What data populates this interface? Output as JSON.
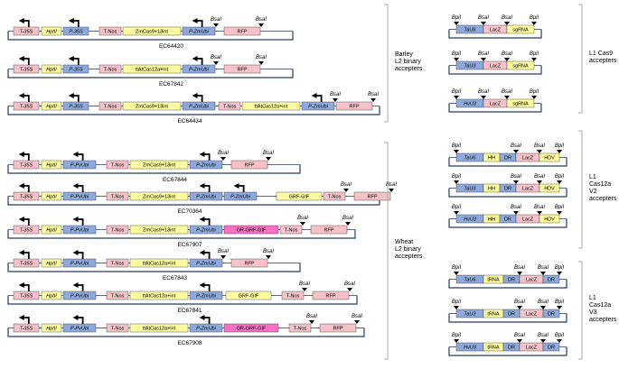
{
  "colors": {
    "pink": "#f4c2c8",
    "yellow": "#fdfca0",
    "blue": "#8ea9db",
    "magenta": "#f86fc4",
    "white": "#ffffff",
    "line": "#000000"
  },
  "group_labels": {
    "barley": [
      "Barley",
      "L2 binary",
      "accepters"
    ],
    "wheat": [
      "Wheat",
      "L2 binary",
      "accepters"
    ],
    "l1_cas9": [
      "L1 Cas9",
      "accepters"
    ],
    "l1_cas12a_v2": [
      "L1",
      "Cas12a",
      "V2",
      "accepters"
    ],
    "l1_cas12a_v3": [
      "L1",
      "Cas12a",
      "V3",
      "accepters"
    ]
  },
  "constructs": [
    {
      "id": "EC64420",
      "blocks": [
        [
          "T-35S",
          "pink",
          true
        ],
        [
          "HptII",
          "yellow"
        ],
        [
          "P-35S",
          "blue",
          true
        ],
        [
          "T-Nos",
          "pink"
        ],
        [
          "ZmCas9+13int",
          "yellow"
        ],
        [
          "P-ZmUbi",
          "blue",
          true
        ],
        [
          "RFP",
          "pink"
        ]
      ]
    },
    {
      "id": "EC67842",
      "blocks": [
        [
          "T-35S",
          "pink",
          true
        ],
        [
          "HptII",
          "yellow"
        ],
        [
          "P-35S",
          "blue",
          true
        ],
        [
          "T-Nos",
          "pink"
        ],
        [
          "ttAtCas12a+int",
          "yellow"
        ],
        [
          "P-ZmUbi",
          "blue",
          true
        ],
        [
          "RFP",
          "pink"
        ]
      ]
    },
    {
      "id": "EC64434",
      "blocks": [
        [
          "T-35S",
          "pink",
          true
        ],
        [
          "HptII",
          "yellow"
        ],
        [
          "P-35S",
          "blue",
          true
        ],
        [
          "T-Nos",
          "pink"
        ],
        [
          "ZmCas9+13int",
          "yellow"
        ],
        [
          "P-ZmUbi",
          "blue",
          true
        ],
        [
          "T-Nos",
          "pink"
        ],
        [
          "ttAtCas12a+int",
          "yellow"
        ],
        [
          "P-ZmUbi",
          "blue",
          true
        ],
        [
          "RFP",
          "pink"
        ]
      ]
    },
    {
      "id": "EC67844",
      "blocks": [
        [
          "T-35S",
          "pink",
          true
        ],
        [
          "HptII",
          "yellow"
        ],
        [
          "P-PvUbi",
          "blue",
          true
        ],
        [
          "T-Nos",
          "pink"
        ],
        [
          "ZmCas9+13int",
          "yellow"
        ],
        [
          "P-ZmUbi",
          "blue",
          true
        ],
        [
          "RFP",
          "pink"
        ]
      ]
    },
    {
      "id": "EC70364",
      "blocks": [
        [
          "T-35S",
          "pink",
          true
        ],
        [
          "HptII",
          "yellow"
        ],
        [
          "P-PvUbi",
          "blue",
          true
        ],
        [
          "T-Nos",
          "pink"
        ],
        [
          "ZmCas9+13int",
          "yellow"
        ],
        [
          "P-ZmUbi",
          "blue",
          true
        ],
        [
          "P-ZmUbi",
          "blue",
          true
        ],
        [
          "GRF-GIF",
          "yellow"
        ],
        [
          "T-Nos",
          "pink"
        ],
        [
          "RFP",
          "pink"
        ]
      ]
    },
    {
      "id": "EC67907",
      "blocks": [
        [
          "T-35S",
          "pink",
          true
        ],
        [
          "HptII",
          "yellow"
        ],
        [
          "P-PvUbi",
          "blue",
          true
        ],
        [
          "T-Nos",
          "pink"
        ],
        [
          "ZmCas9+13int",
          "yellow"
        ],
        [
          "P-ZmUbi",
          "blue",
          true
        ],
        [
          "GR-GRF-GIF",
          "magenta"
        ],
        [
          "T-Nos",
          "pink"
        ],
        [
          "RFP",
          "pink"
        ]
      ]
    },
    {
      "id": "EC67843",
      "blocks": [
        [
          "T-35S",
          "pink",
          true
        ],
        [
          "HptII",
          "yellow"
        ],
        [
          "P-PvUbi",
          "blue",
          true
        ],
        [
          "T-Nos",
          "pink"
        ],
        [
          "ttAtCas12a+int",
          "yellow"
        ],
        [
          "P-ZmUbi",
          "blue",
          true
        ],
        [
          "RFP",
          "pink"
        ]
      ]
    },
    {
      "id": "EC67841",
      "blocks": [
        [
          "T-35S",
          "pink",
          true
        ],
        [
          "HptII",
          "yellow"
        ],
        [
          "P-PvUbi",
          "blue",
          true
        ],
        [
          "T-Nos",
          "pink"
        ],
        [
          "ttAtCas12a+int",
          "yellow"
        ],
        [
          "P-ZmUbi",
          "blue",
          true
        ],
        [
          "GRF-GIF",
          "yellow"
        ],
        [
          "T-Nos",
          "pink"
        ],
        [
          "RFP",
          "pink"
        ]
      ]
    },
    {
      "id": "EC67908",
      "blocks": [
        [
          "T-35S",
          "pink",
          true
        ],
        [
          "HptII",
          "yellow"
        ],
        [
          "P-PvUbi",
          "blue",
          true
        ],
        [
          "T-Nos",
          "pink"
        ],
        [
          "ttAtCas12a+int",
          "yellow"
        ],
        [
          "P-ZmUbi",
          "blue",
          true
        ],
        [
          "GR-GRF-GIF",
          "magenta"
        ],
        [
          "T-Nos",
          "pink"
        ],
        [
          "RFP",
          "pink"
        ]
      ]
    }
  ],
  "l1_constructs": [
    {
      "blocks": [
        [
          "TaU6",
          "blue",
          true
        ],
        [
          "LacZ",
          "pink"
        ],
        [
          "sgRNA",
          "yellow"
        ]
      ]
    },
    {
      "blocks": [
        [
          "TaU3",
          "blue",
          true
        ],
        [
          "LacZ",
          "pink"
        ],
        [
          "sgRNA",
          "yellow"
        ]
      ]
    },
    {
      "blocks": [
        [
          "HvU3",
          "blue",
          true
        ],
        [
          "LacZ",
          "pink"
        ],
        [
          "sgRNA",
          "yellow"
        ]
      ]
    },
    {
      "blocks": [
        [
          "TaU6",
          "blue",
          true
        ],
        [
          "HH",
          "yellow"
        ],
        [
          "DR",
          "blue"
        ],
        [
          "LacZ",
          "pink"
        ],
        [
          "HDV",
          "yellow"
        ]
      ]
    },
    {
      "blocks": [
        [
          "TaU3",
          "blue",
          true
        ],
        [
          "HH",
          "yellow"
        ],
        [
          "DR",
          "blue"
        ],
        [
          "LacZ",
          "pink"
        ],
        [
          "HDV",
          "yellow"
        ]
      ]
    },
    {
      "blocks": [
        [
          "HvU3",
          "blue",
          true
        ],
        [
          "HH",
          "yellow"
        ],
        [
          "DR",
          "blue"
        ],
        [
          "LacZ",
          "pink"
        ],
        [
          "HDV",
          "yellow"
        ]
      ]
    },
    {
      "blocks": [
        [
          "TaU6",
          "blue",
          true
        ],
        [
          "tRNA",
          "yellow"
        ],
        [
          "DR",
          "blue"
        ],
        [
          "LacZ",
          "pink"
        ],
        [
          "DR",
          "blue"
        ]
      ]
    },
    {
      "blocks": [
        [
          "TaU3",
          "blue",
          true
        ],
        [
          "tRNA",
          "yellow"
        ],
        [
          "DR",
          "blue"
        ],
        [
          "LacZ",
          "pink"
        ],
        [
          "DR",
          "blue"
        ]
      ]
    },
    {
      "blocks": [
        [
          "HvU3",
          "blue",
          true
        ],
        [
          "tRNA",
          "yellow"
        ],
        [
          "DR",
          "blue"
        ],
        [
          "LacZ",
          "pink"
        ],
        [
          "DR",
          "blue"
        ]
      ]
    }
  ],
  "site_labels": {
    "bsa": "BsaI",
    "bpi": "BpiI"
  }
}
